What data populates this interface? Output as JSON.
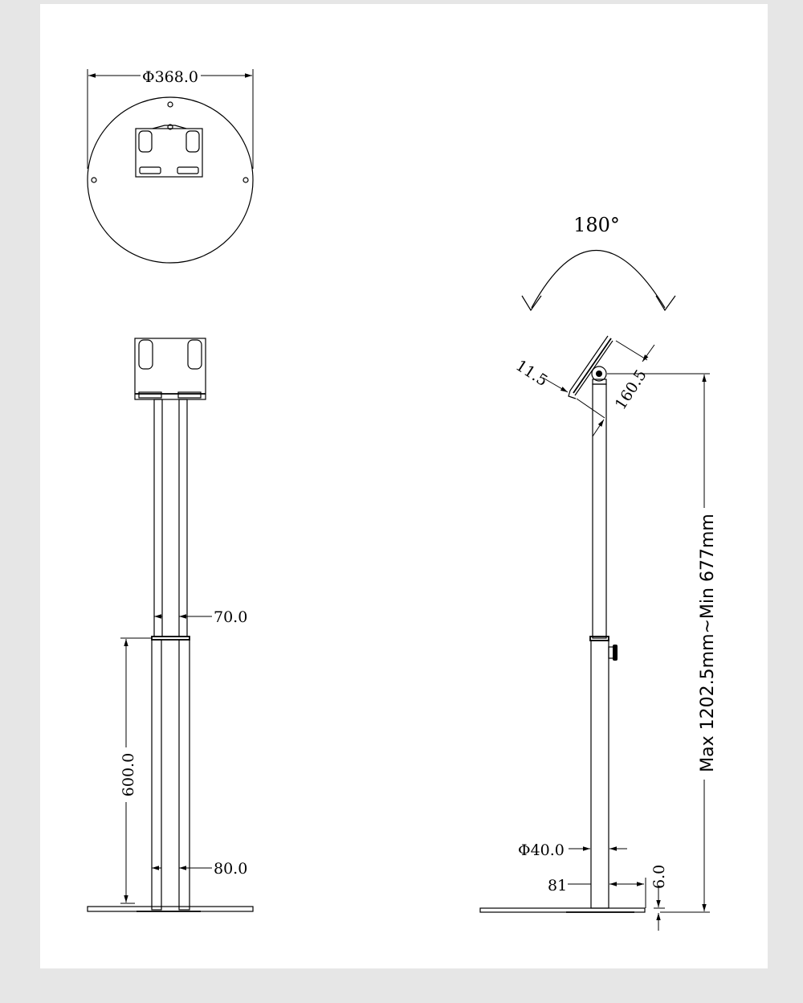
{
  "dimensions": {
    "base_diameter": "Φ368.0",
    "rotation_angle": "180°",
    "tray_depth": "11.5",
    "tray_length": "160.5",
    "upper_tube_width": "70.0",
    "lower_tube_width": "80.0",
    "lower_tube_height": "600.0",
    "height_range": "Max 1202.5mm~Min 677mm",
    "pole_diameter": "Φ40.0",
    "offset": "81",
    "base_thickness": "6.0"
  }
}
